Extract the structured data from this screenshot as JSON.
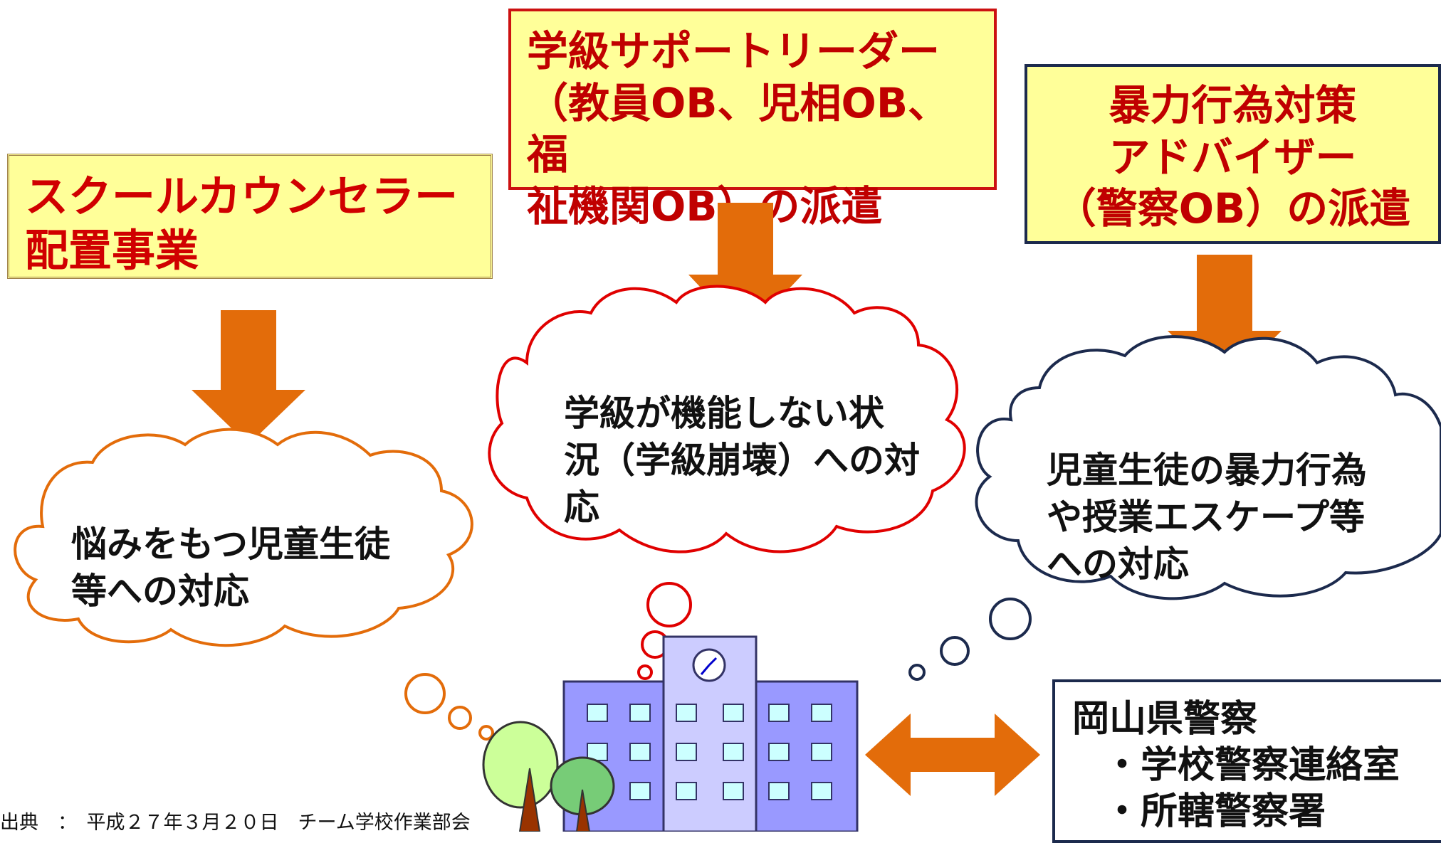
{
  "measures": {
    "school_counselor": [
      "スクールカウンセラー",
      "配置事業"
    ],
    "class_support_leader": [
      "学級サポートリーダー",
      "（教員OB、児相OB、福",
      "祉機関OB）の派遣"
    ],
    "violence_advisor": [
      "暴力行為対策",
      "アドバイザー",
      "（警察OB）の派遣"
    ]
  },
  "responses": {
    "troubled_students": [
      "悩みをもつ児童生徒",
      "等への対応"
    ],
    "class_breakdown": [
      "学級が機能しない状",
      "況（学級崩壊）への対",
      "応"
    ],
    "violence": [
      "児童生徒の暴力行為",
      "や授業エスケープ等",
      "への対応"
    ]
  },
  "police": {
    "title": "岡山県警察",
    "items": [
      "・学校警察連絡室",
      "・所轄警察署"
    ]
  },
  "source_note": "出典　：　平成２７年３月２０日　チーム学校作業部会",
  "colors": {
    "arrow": "#e36c0a",
    "box_fill": "#ffff99",
    "title_text": "#c00000",
    "cloud_left": "#e36c0a",
    "cloud_middle": "#e00000",
    "cloud_right": "#1c2a4d",
    "building": "#9999ff",
    "window": "#ccffff",
    "tree_light": "#ccff99",
    "tree_dark": "#77cc77",
    "trunk": "#993300"
  },
  "icons": [
    "down-arrow-icon",
    "double-arrow-icon",
    "school-building-icon",
    "clock-icon",
    "tree-icon"
  ]
}
